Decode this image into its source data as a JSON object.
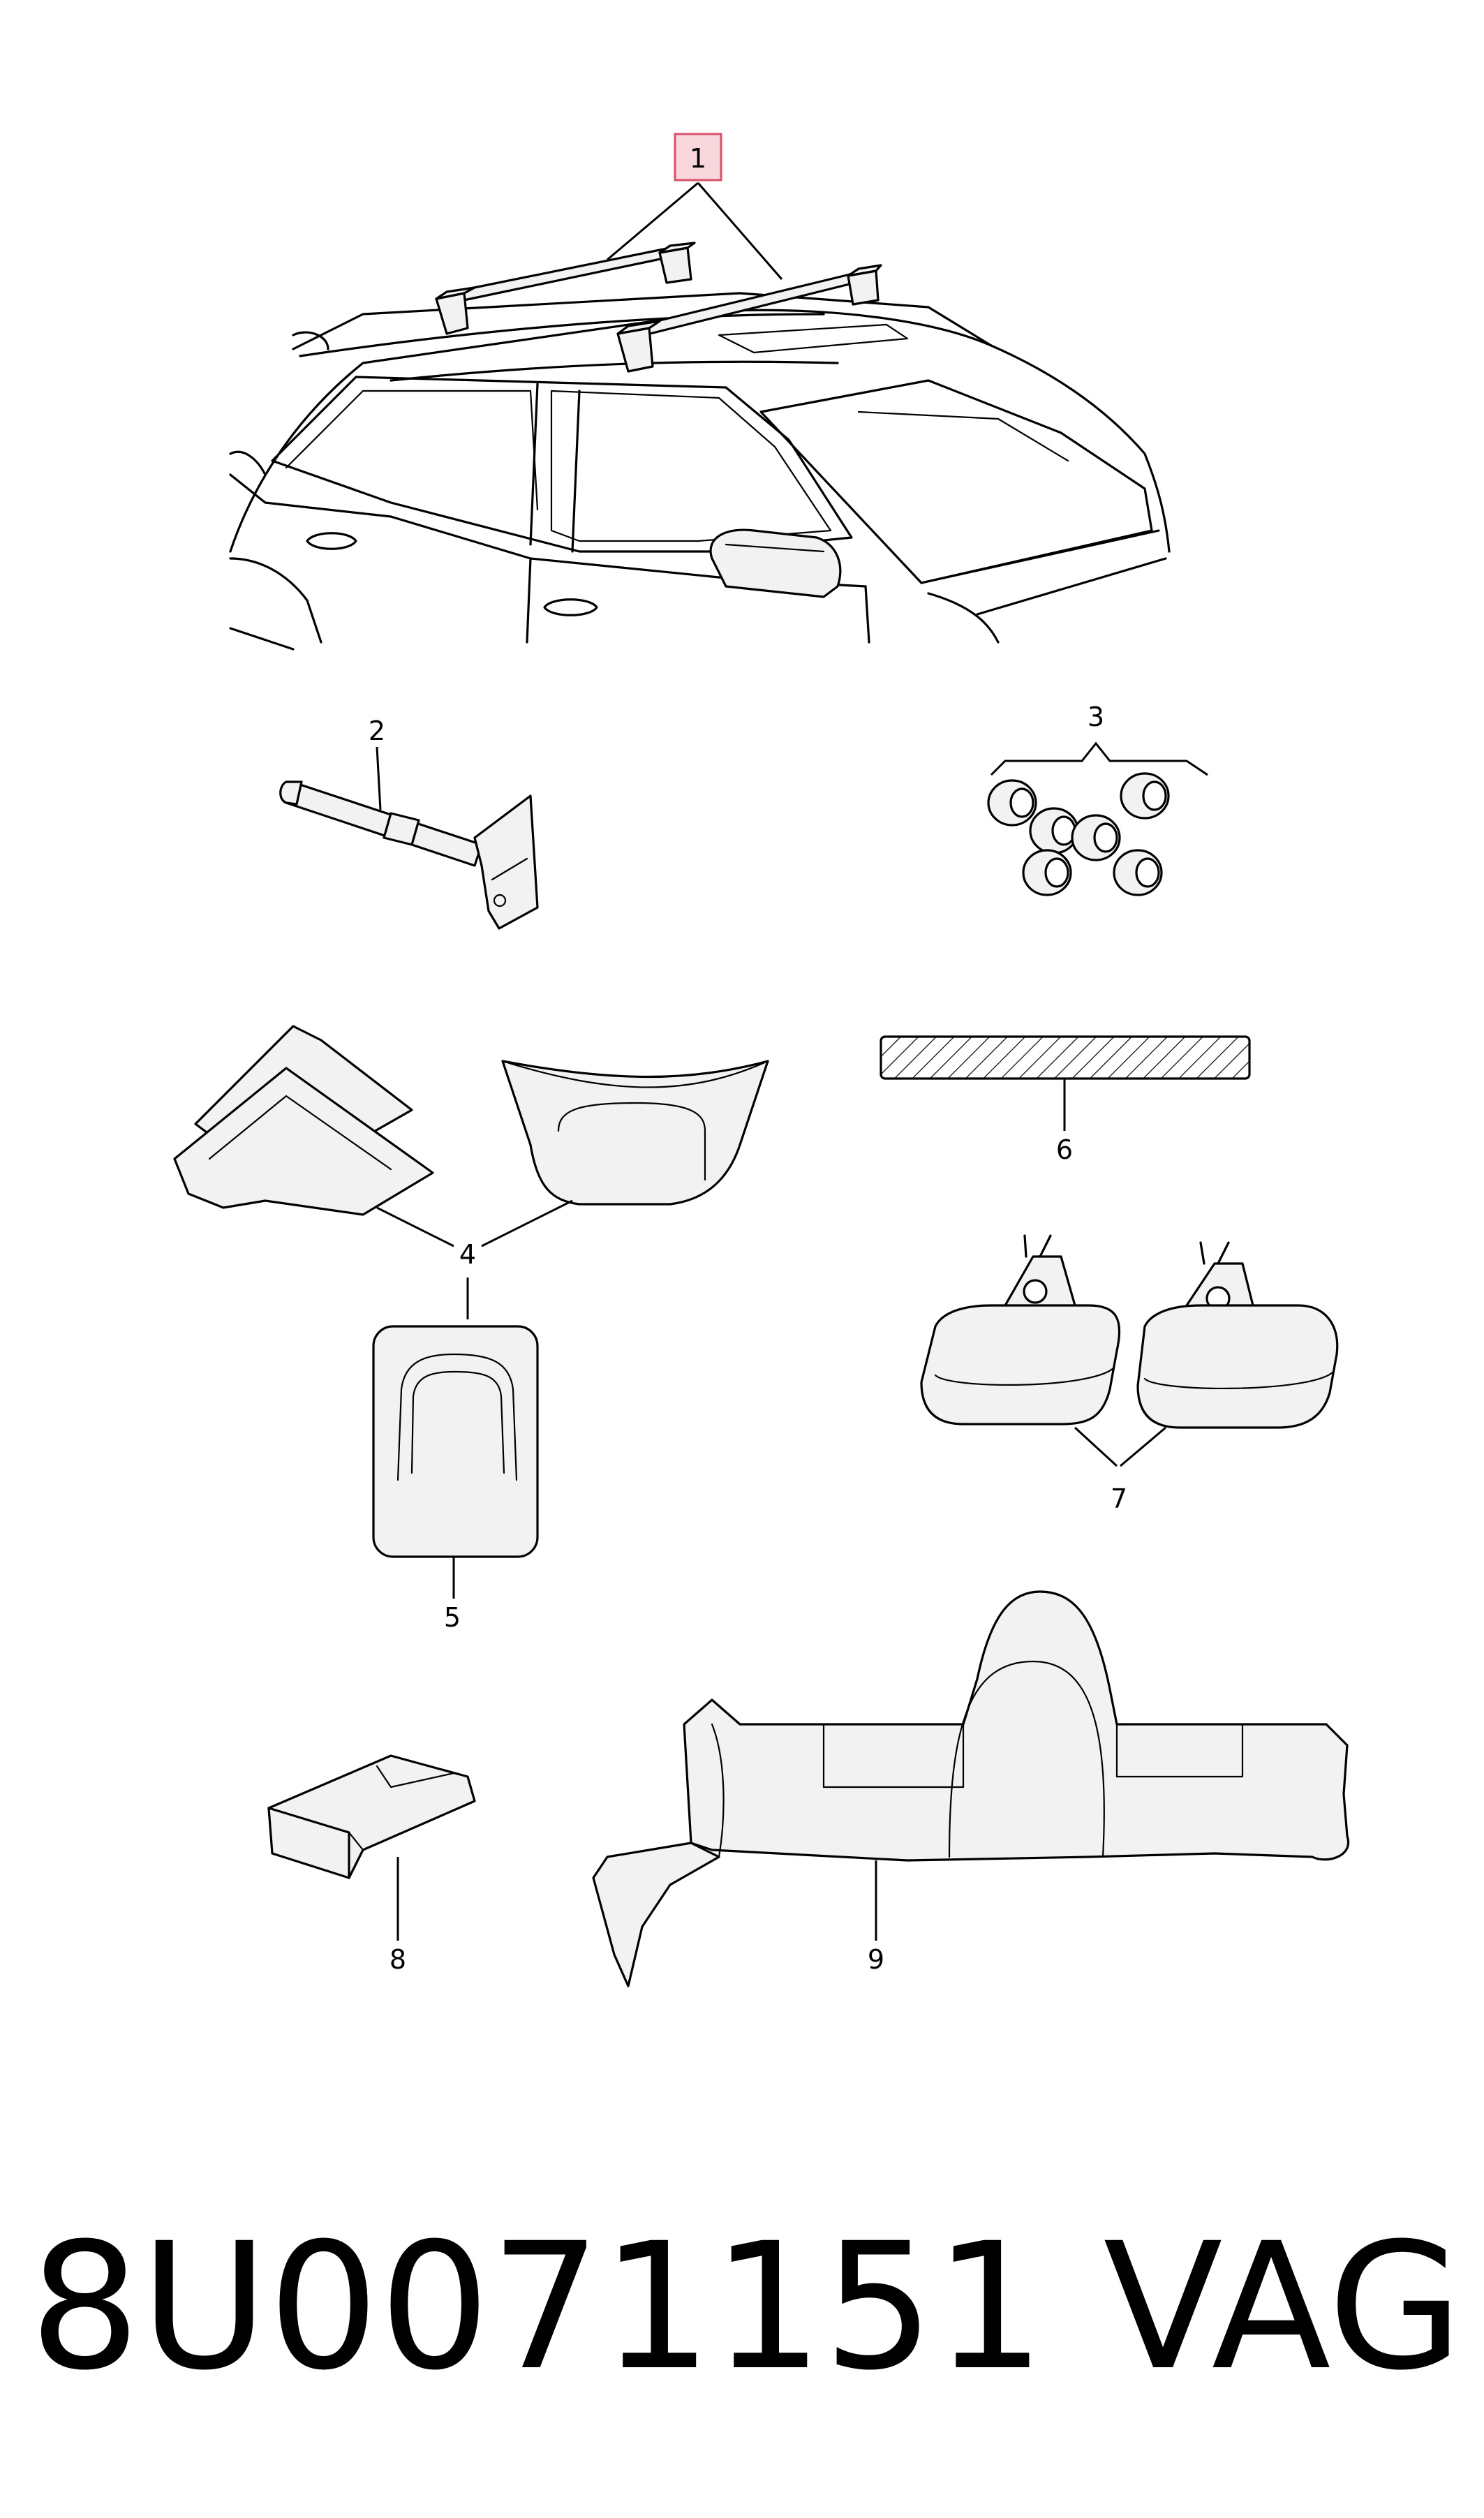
{
  "callouts": {
    "c1": "1",
    "c2": "2",
    "c3": "3",
    "c4": "4",
    "c5": "5",
    "c6": "6",
    "c7": "7",
    "c8": "8",
    "c9": "9"
  },
  "footer": {
    "part_number": "8U0071151",
    "brand": "VAG"
  },
  "colors": {
    "line": "#000000",
    "highlight_fill": "#f8d7dc",
    "highlight_stroke": "#d9506a",
    "background": "#ffffff"
  }
}
